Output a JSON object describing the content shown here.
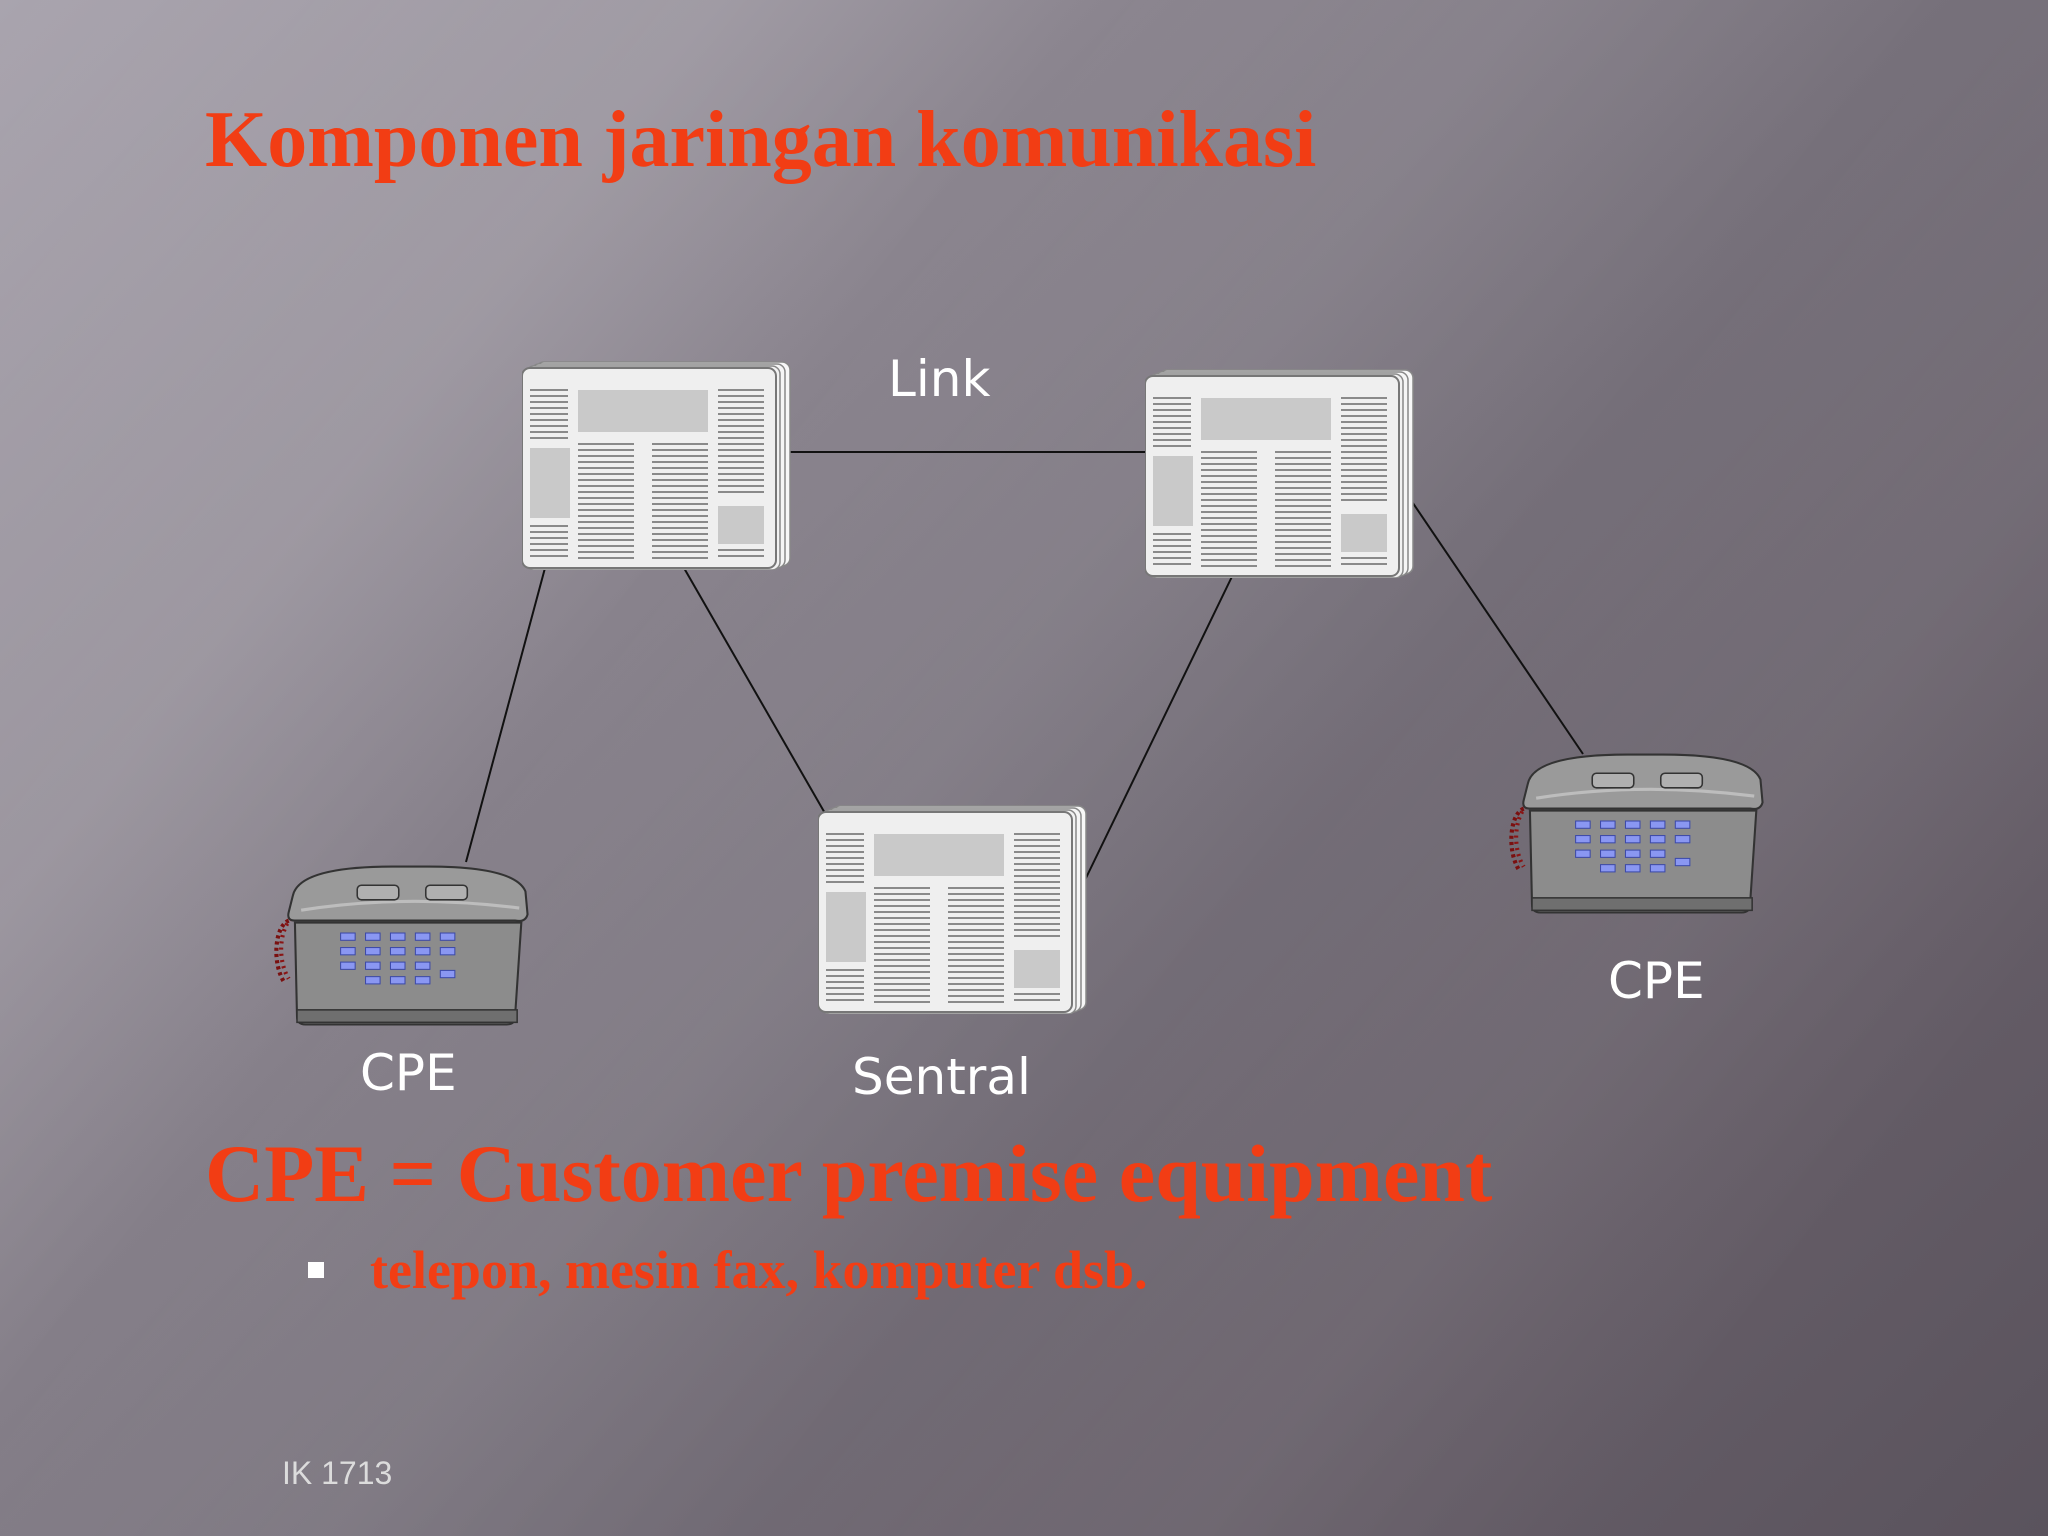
{
  "slide": {
    "title": "Komponen jaringan komunikasi",
    "diagram": {
      "link_label": "Link",
      "cpe_left_label": "CPE",
      "sentral_label": "Sentral",
      "cpe_right_label": "CPE",
      "icons": [
        "switch-icon",
        "switch-icon",
        "switch-icon",
        "telephone-icon",
        "telephone-icon"
      ]
    },
    "definition": "CPE = Customer premise equipment",
    "bullets": [
      "telepon, mesin fax, komputer dsb."
    ],
    "footer": "IK 1713"
  },
  "colors": {
    "accent": "#f23d14",
    "label": "#ffffff",
    "keypad": "#8a97f2"
  }
}
